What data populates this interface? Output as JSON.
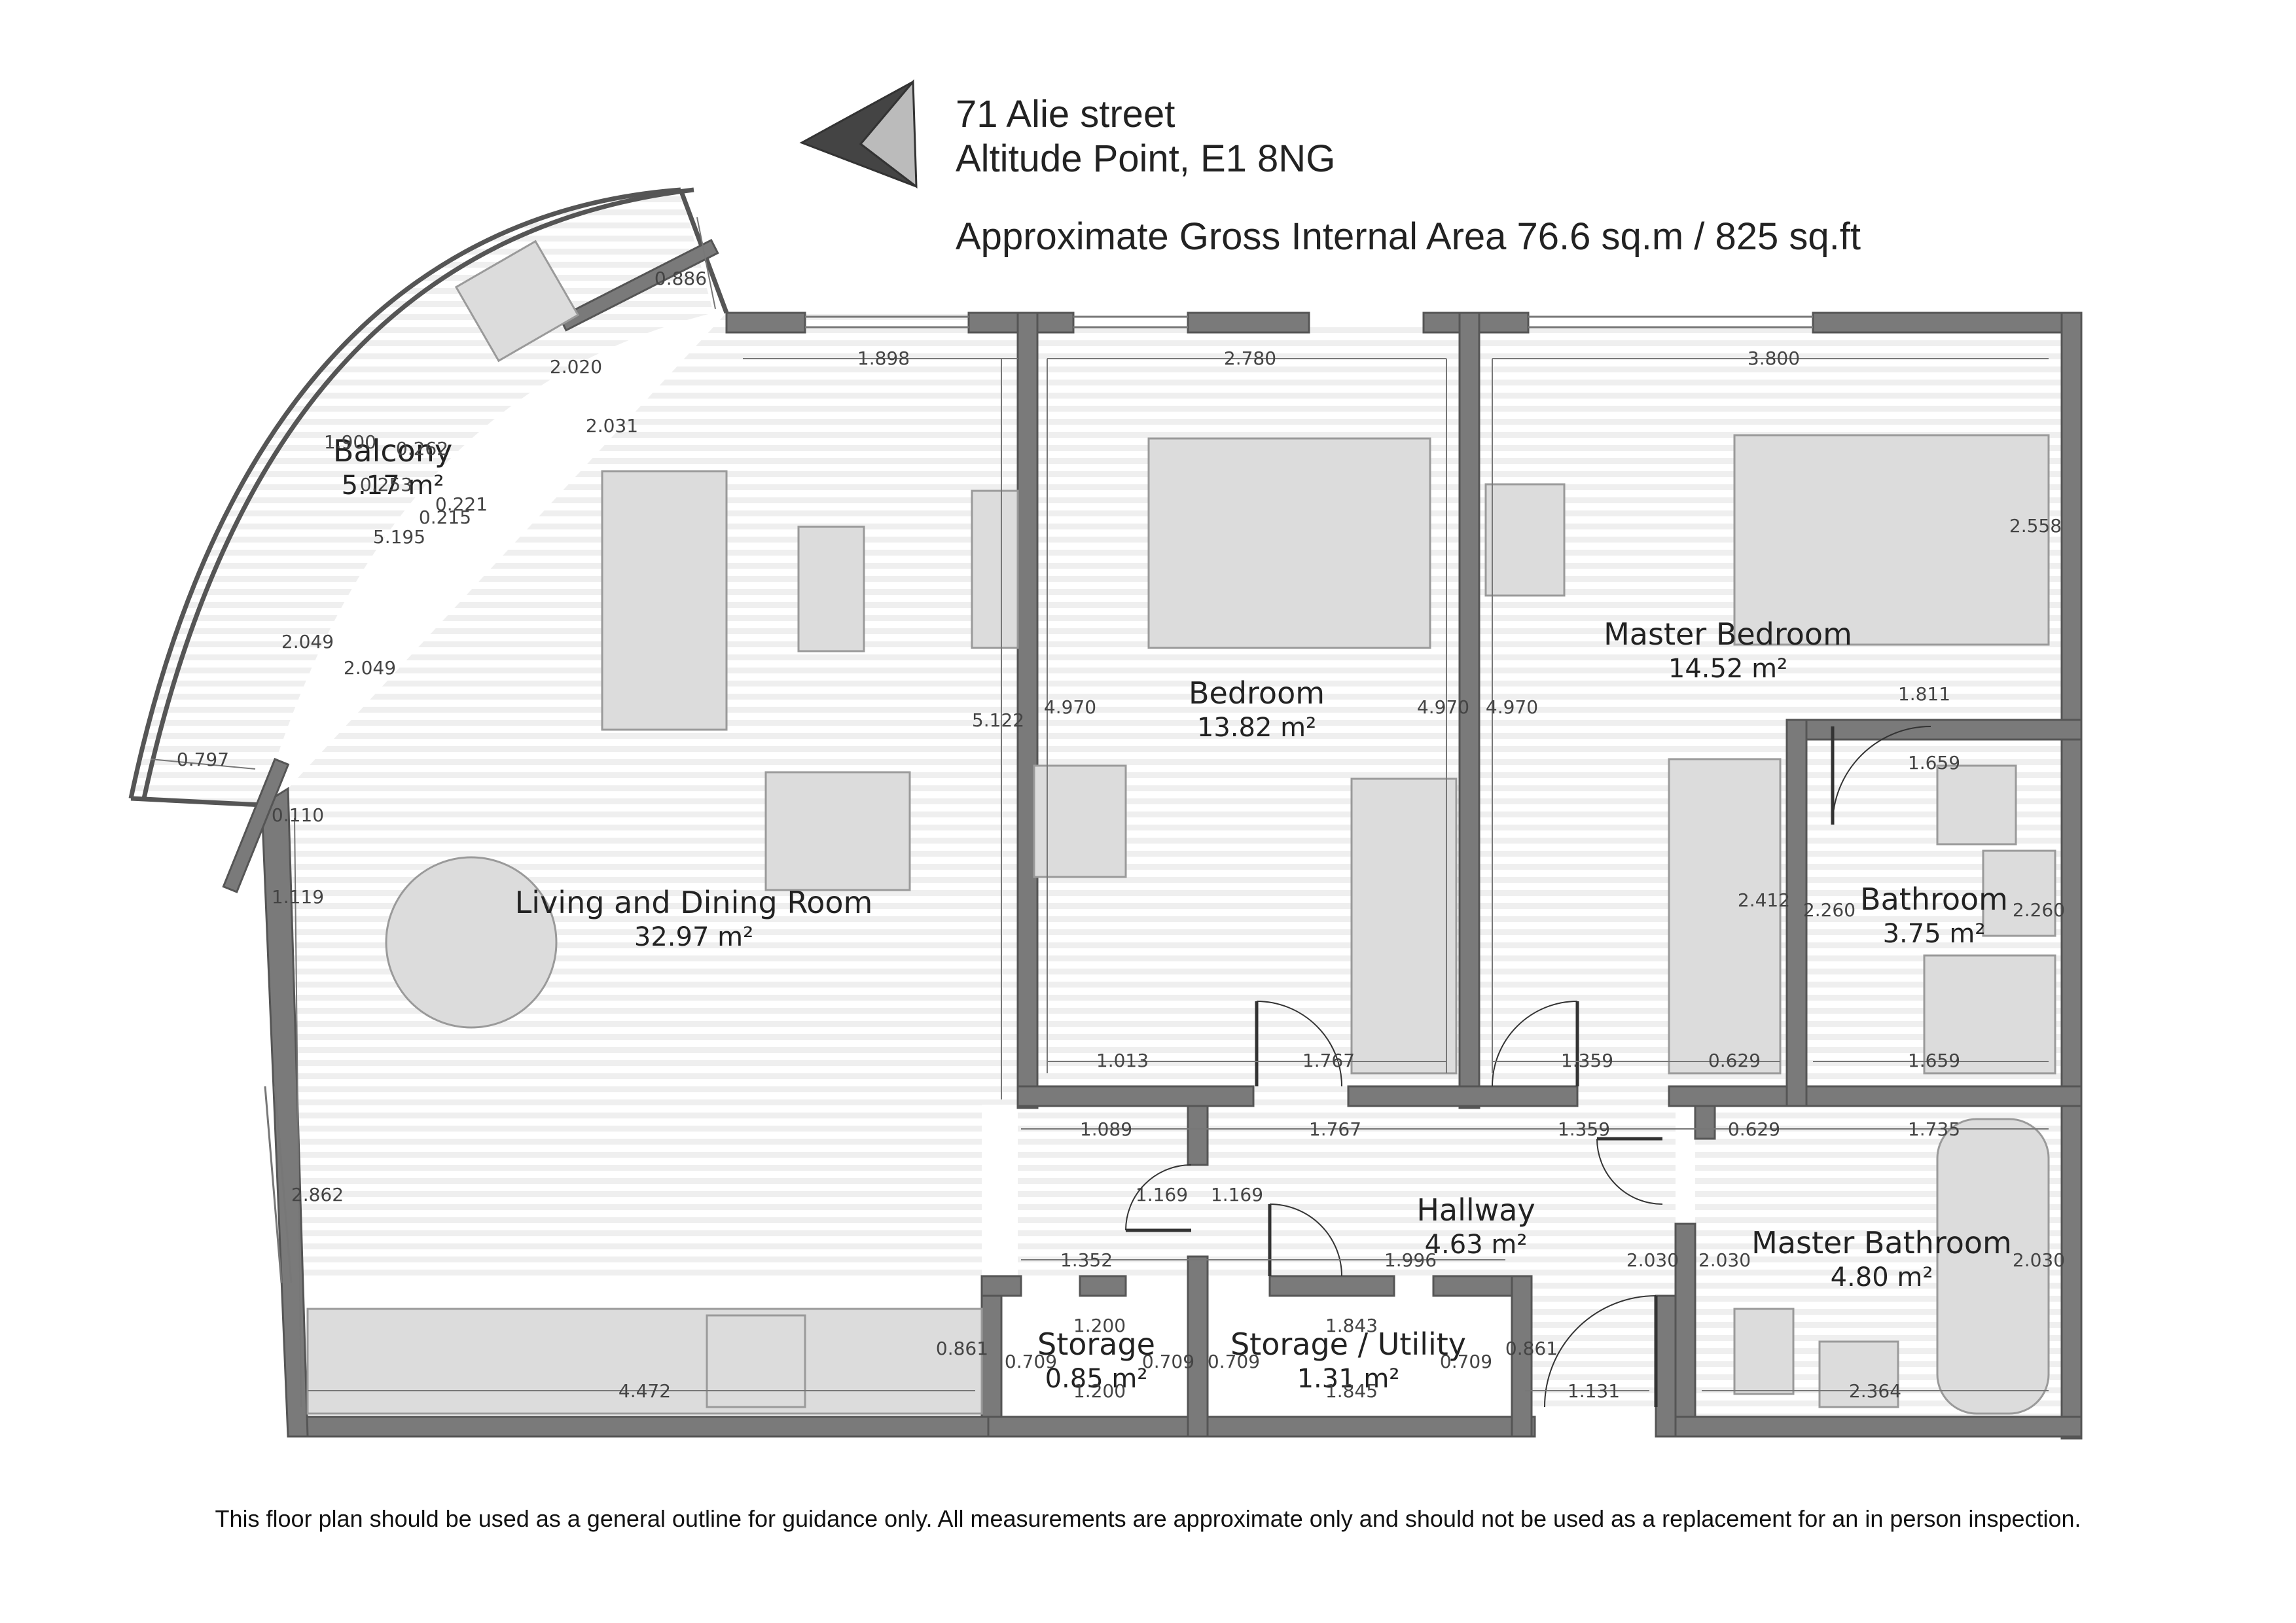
{
  "header": {
    "address_line1": "71 Alie street",
    "address_line2": "Altitude Point, E1 8NG",
    "gross_area": "Approximate Gross Internal Area 76.6 sq.m / 825 sq.ft"
  },
  "rooms": {
    "balcony": {
      "name": "Balcony",
      "area": "5.17 m²"
    },
    "living": {
      "name": "Living and Dining Room",
      "area": "32.97 m²"
    },
    "bedroom": {
      "name": "Bedroom",
      "area": "13.82 m²"
    },
    "master_bedroom": {
      "name": "Master Bedroom",
      "area": "14.52 m²"
    },
    "bathroom": {
      "name": "Bathroom",
      "area": "3.75 m²"
    },
    "hallway": {
      "name": "Hallway",
      "area": "4.63 m²"
    },
    "master_bathroom": {
      "name": "Master Bathroom",
      "area": "4.80 m²"
    },
    "storage": {
      "name": "Storage",
      "area": "0.85 m²"
    },
    "storage_utility": {
      "name": "Storage / Utility",
      "area": "1.31 m²"
    }
  },
  "dims": {
    "d1": "0.886",
    "d2": "2.020",
    "d3": "2.031",
    "d4": "1.898",
    "d5": "2.780",
    "d6": "3.800",
    "d7": "1.900",
    "d8": "0.262",
    "d9": "0.253",
    "d10": "0.221",
    "d11": "0.215",
    "d12": "5.195",
    "d13": "2.049",
    "d14": "2.049",
    "d15": "0.797",
    "d16": "0.110",
    "d17": "1.119",
    "d18": "2.862",
    "d19": "4.472",
    "d20": "5.122",
    "d21": "4.970",
    "d22": "4.970",
    "d23": "4.970",
    "d24": "2.558",
    "d25": "1.811",
    "d26": "1.659",
    "d27": "2.412",
    "d28": "2.260",
    "d29": "2.260",
    "d30": "1.013",
    "d31": "1.767",
    "d32": "1.359",
    "d33": "0.629",
    "d34": "1.659",
    "d35": "1.089",
    "d36": "1.767",
    "d37": "1.359",
    "d38": "0.629",
    "d39": "1.735",
    "d40": "1.169",
    "d41": "1.169",
    "d42": "1.352",
    "d43": "1.996",
    "d44": "2.030",
    "d45": "2.030",
    "d46": "2.030",
    "d47": "1.200",
    "d48": "1.843",
    "d49": "0.861",
    "d50": "0.709",
    "d51": "0.709",
    "d52": "0.709",
    "d53": "0.709",
    "d54": "0.861",
    "d55": "1.200",
    "d56": "1.845",
    "d57": "1.131",
    "d58": "2.364"
  },
  "disclaimer": "This floor plan should be used as a general outline for guidance only. All measurements are approximate only and should not be used as a replacement for an in person inspection.",
  "colors": {
    "wall": "#7a7a7a",
    "wall_edge": "#555555",
    "furniture": "#d9d9d9",
    "furniture_edge": "#9a9a9a",
    "floor_stripe": "#f1f1f1"
  }
}
